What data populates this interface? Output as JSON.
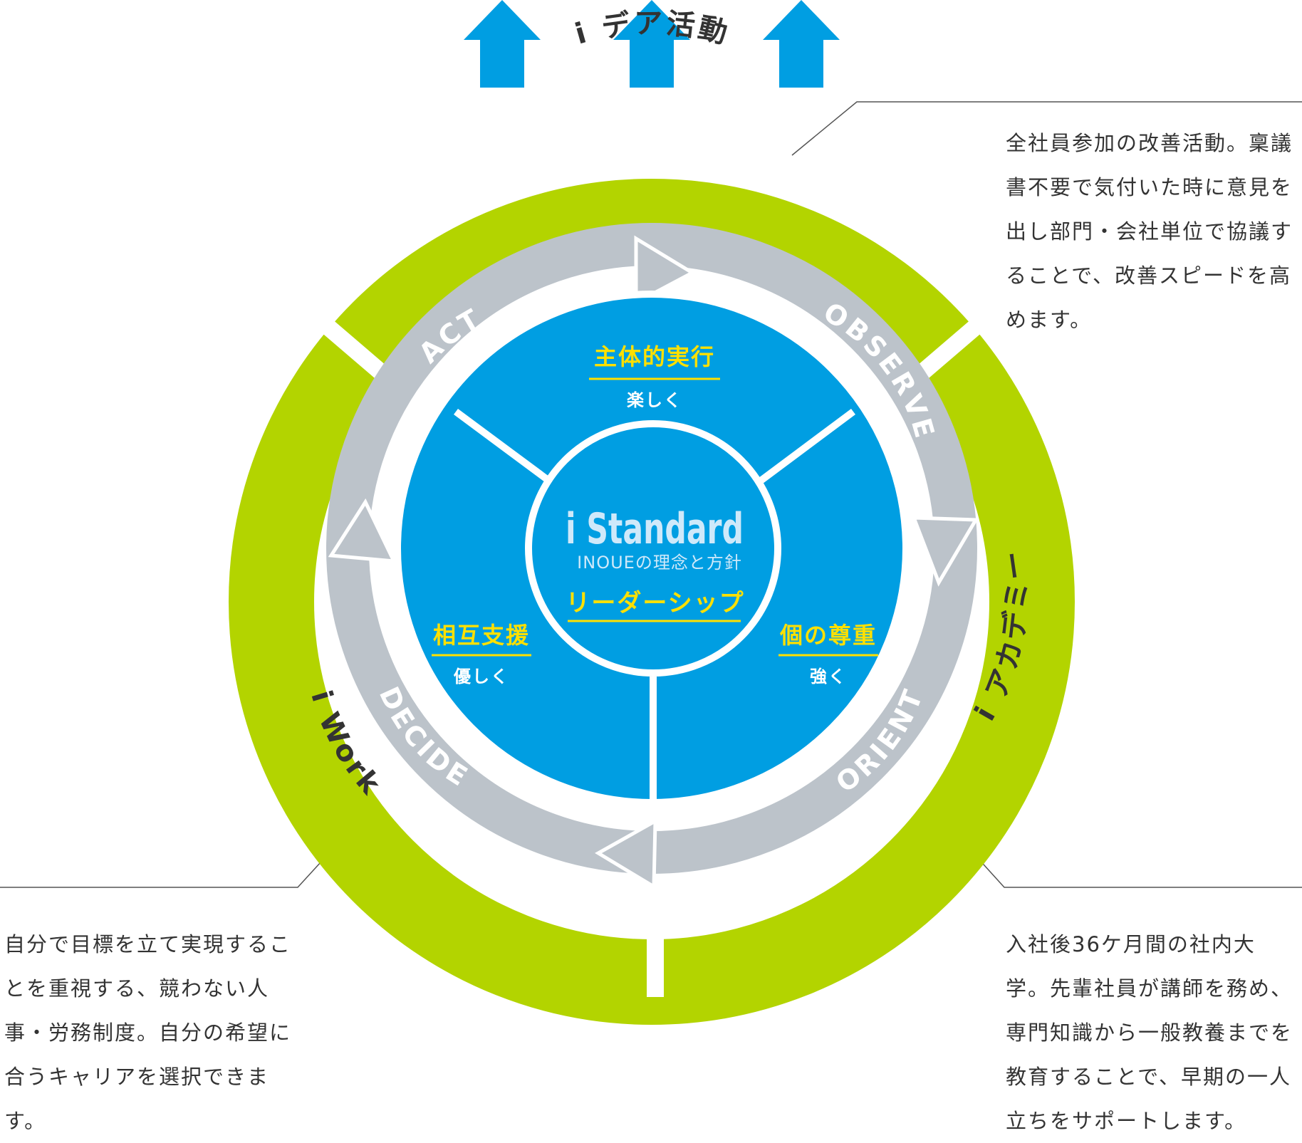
{
  "colors": {
    "green": "#b3d400",
    "blue": "#009ee2",
    "gray": "#bcc3ca",
    "yellow": "#ffe000",
    "center_text": "#cfe9fa",
    "line": "#555555"
  },
  "outer_ring": {
    "top": "i デア活動",
    "right": "i アカデミー",
    "left": "i Work"
  },
  "cycle": {
    "act": "ACT",
    "observe": "OBSERVE",
    "orient": "ORIENT",
    "decide": "DECIDE"
  },
  "center": {
    "title": "i Standard",
    "subtitle": "INOUEの理念と方針",
    "leadership": "リーダーシップ"
  },
  "sectors": {
    "top": {
      "title": "主体的実行",
      "sub": "楽しく"
    },
    "left": {
      "title": "相互支援",
      "sub": "優しく"
    },
    "right": {
      "title": "個の尊重",
      "sub": "強く"
    }
  },
  "descriptions": {
    "top": "全社員参加の改善活動。稟議書不要で気付いた時に意見を出し部門・会社単位で協議することで、改善スピードを高めます。",
    "left": "自分で目標を立て実現することを重視する、競わない人事・労務制度。自分の希望に合うキャリアを選択できます。",
    "right": "入社後36ケ月間の社内大学。先輩社員が講師を務め、専門知識から一般教養までを教育することで、早期の一人立ちをサポートします。"
  }
}
